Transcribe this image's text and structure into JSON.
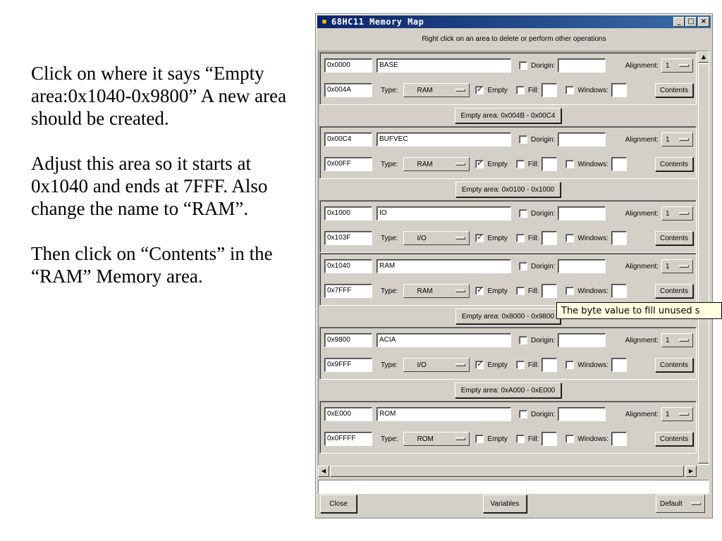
{
  "slide": {
    "paragraphs": [
      "Click on where it says “Empty area:0x1040-0x9800” A new area should be created.",
      "Adjust this area so it starts at 0x1040 and ends at 7FFF. Also change the name to “RAM”.",
      "Then click on “Contents” in the “RAM” Memory area."
    ]
  },
  "window": {
    "title": "68HC11 Memory Map",
    "icon": "app-icon",
    "instruction": "Right click on an area to delete or perform other operations",
    "labels": {
      "dorigin": "Dorigin:",
      "alignment": "Alignment:",
      "type": "Type:",
      "empty": "Empty",
      "fill": "Fill:",
      "windows": "Windows:",
      "contents": "Contents"
    },
    "areas": [
      {
        "start": "0x0000",
        "end": "0x004A",
        "name": "BASE",
        "type": "RAM",
        "alignment": "1",
        "empty": true,
        "fill": false,
        "windows": false
      },
      {
        "start": "0x00C4",
        "end": "0x00FF",
        "name": "BUFVEC",
        "type": "RAM",
        "alignment": "1",
        "empty": true,
        "fill": false,
        "windows": false
      },
      {
        "start": "0x1000",
        "end": "0x103F",
        "name": "IO",
        "type": "I/O",
        "alignment": "1",
        "empty": true,
        "fill": false,
        "windows": false
      },
      {
        "start": "0x1040",
        "end": "0x7FFF",
        "name": "RAM",
        "type": "RAM",
        "alignment": "1",
        "empty": true,
        "fill": false,
        "windows": false
      },
      {
        "start": "0x9800",
        "end": "0x9FFF",
        "name": "ACIA",
        "type": "I/O",
        "alignment": "1",
        "empty": true,
        "fill": false,
        "windows": false
      },
      {
        "start": "0xE000",
        "end": "0x0FFFF",
        "name": "ROM",
        "type": "ROM",
        "alignment": "1",
        "empty": false,
        "fill": false,
        "windows": false
      }
    ],
    "empty_areas": [
      "Empty area: 0x004B - 0x00C4",
      "Empty area: 0x0100 - 0x1000",
      "Empty area: 0x8000 - 0x9800",
      "Empty area: 0xA000 - 0xE000"
    ],
    "buttons": {
      "close": "Close",
      "variables": "Variables",
      "default": "Default"
    },
    "titlebar_buttons": {
      "minimize": "_",
      "maximize": "□",
      "close": "×"
    }
  },
  "tooltip": "The byte value to fill unused s",
  "colors": {
    "titlebar_start": "#0a246a",
    "titlebar_end": "#3a6ea5",
    "face": "#d4d0c8",
    "tooltip_bg": "#ffffe1"
  }
}
